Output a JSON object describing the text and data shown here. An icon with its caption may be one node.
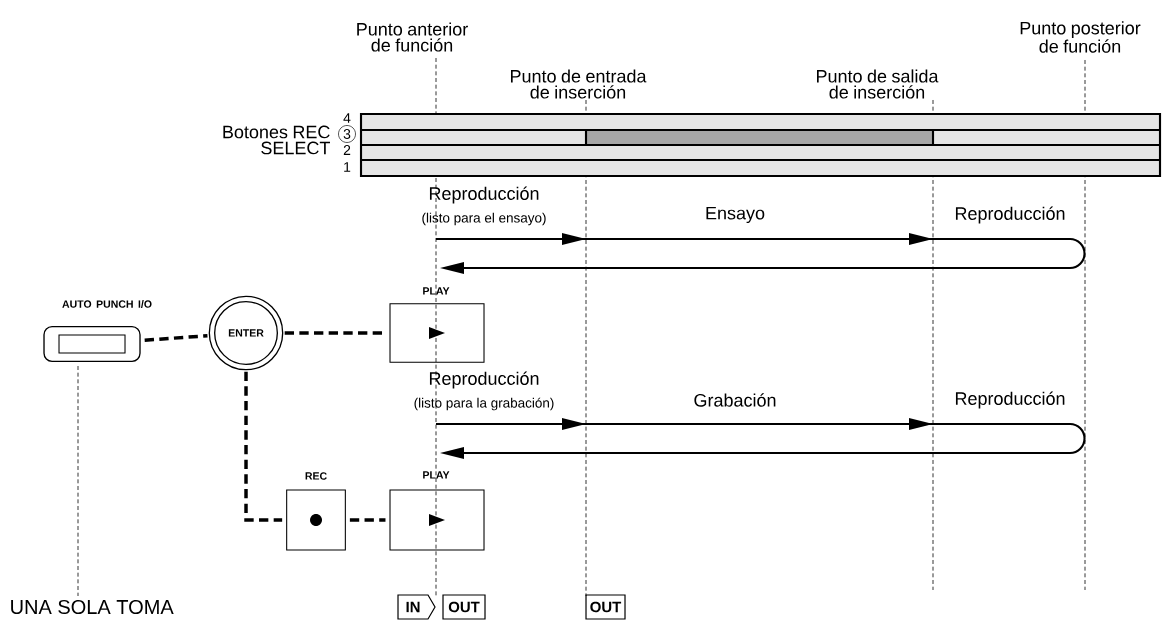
{
  "diagram": {
    "nodes": [
      {
        "text": [
          "AUTO PUNCH I/O"
        ]
      },
      {
        "text": [
          "ENTER"
        ]
      },
      {
        "text": [
          "PLAY"
        ]
      },
      {
        "text": [
          "REC"
        ]
      },
      {
        "text": [
          "PLAY"
        ]
      }
    ],
    "edges": [
      {
        "from": 0,
        "to": 1,
        "arrow": "none",
        "style": "dashed"
      },
      {
        "from": 1,
        "to": 2,
        "arrow": "none",
        "style": "dashed"
      },
      {
        "from": 1,
        "to": 3,
        "arrow": "none",
        "style": "dashed"
      },
      {
        "from": 3,
        "to": 4,
        "arrow": "none",
        "style": "dashed"
      }
    ],
    "labels": [
      "Punto anterior de función",
      "Punto posterior de función",
      "Punto de entrada de inserción",
      "Punto de salida de inserción",
      "Botones REC SELECT",
      "4",
      "3",
      "2",
      "1",
      "Reproducción",
      "(listo para el ensayo)",
      "Ensayo",
      "Reproducción",
      "Reproducción",
      "(listo para la grabación)",
      "Grabación",
      "Reproducción",
      "UNA SOLA TOMA",
      "IN",
      "OUT",
      "OUT"
    ]
  }
}
